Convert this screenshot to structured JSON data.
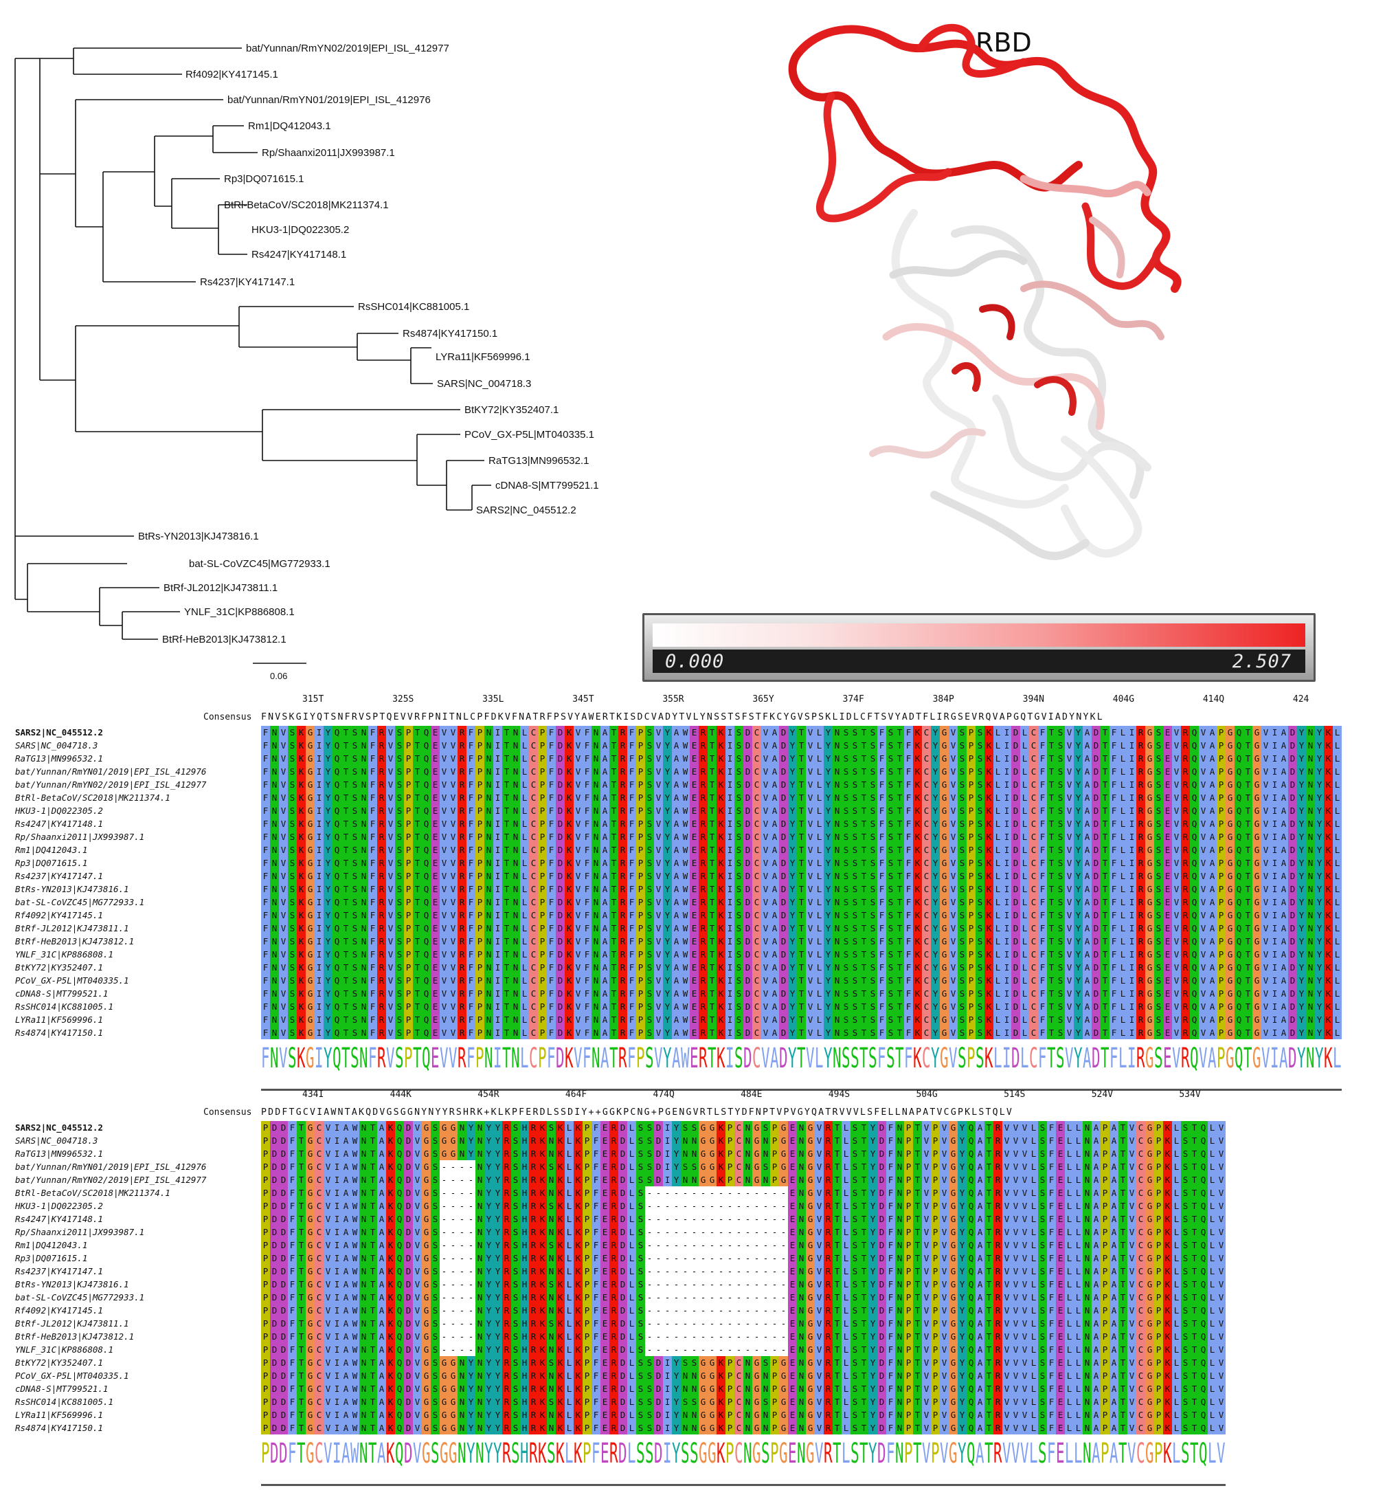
{
  "tree": {
    "leaves": [
      "bat/Yunnan/RmYN02/2019|EPI_ISL_412977",
      "Rf4092|KY417145.1",
      "bat/Yunnan/RmYN01/2019|EPI_ISL_412976",
      "Rm1|DQ412043.1",
      "Rp/Shaanxi2011|JX993987.1",
      "Rp3|DQ071615.1",
      "BtRl-BetaCoV/SC2018|MK211374.1",
      "HKU3-1|DQ022305.2",
      "Rs4247|KY417148.1",
      "Rs4237|KY417147.1",
      "RsSHC014|KC881005.1",
      "Rs4874|KY417150.1",
      "LYRa11|KF569996.1",
      "SARS|NC_004718.3",
      "BtKY72|KY352407.1",
      "PCoV_GX-P5L|MT040335.1",
      "RaTG13|MN996532.1",
      "cDNA8-S|MT799521.1",
      "SARS2|NC_045512.2",
      "BtRs-YN2013|KJ473816.1",
      "bat-SL-CoVZC45|MG772933.1",
      "BtRf-JL2012|KJ473811.1",
      "YNLF_31C|KP886808.1",
      "BtRf-HeB2013|KJ473812.1"
    ],
    "scale_label": "0.06"
  },
  "structure": {
    "title": "RBD"
  },
  "color_scale": {
    "min_label": "0.000",
    "max_label": "2.507",
    "colors": [
      "#ffffff",
      "#ee2323"
    ]
  },
  "alignment": {
    "consensus_label": "Consensus",
    "sequence_names": [
      "SARS2|NC_045512.2",
      "SARS|NC_004718.3",
      "RaTG13|MN996532.1",
      "bat/Yunnan/RmYN01/2019|EPI_ISL_412976",
      "bat/Yunnan/RmYN02/2019|EPI_ISL_412977",
      "BtRl-BetaCoV/SC2018|MK211374.1",
      "HKU3-1|DQ022305.2",
      "Rs4247|KY417148.1",
      "Rp/Shaanxi2011|JX993987.1",
      "Rm1|DQ412043.1",
      "Rp3|DQ071615.1",
      "Rs4237|KY417147.1",
      "BtRs-YN2013|KJ473816.1",
      "bat-SL-CoVZC45|MG772933.1",
      "Rf4092|KY417145.1",
      "BtRf-JL2012|KJ473811.1",
      "BtRf-HeB2013|KJ473812.1",
      "YNLF_31C|KP886808.1",
      "BtKY72|KY352407.1",
      "PCoV_GX-P5L|MT040335.1",
      "cDNA8-S|MT799521.1",
      "RsSHC014|KC881005.1",
      "LYRa11|KF569996.1",
      "Rs4874|KY417150.1"
    ],
    "block1": {
      "positions": [
        "315T",
        "325S",
        "335L",
        "345T",
        "355R",
        "365Y",
        "374F",
        "384P",
        "394N",
        "404G",
        "414Q",
        "424"
      ],
      "consensus": "FNVSKGIYQTSNFRVSPTQEVVRFPNITNLCPFDKVFNATRFPSVYAWERTKISDCVADYTVLYNSSTSFSTFKCYGVSPSKLIDLCFTSVYADTFLIRGSEVRQVAPGQTGVIADYNYKL"
    },
    "block2": {
      "positions": [
        "434I",
        "444K",
        "454R",
        "464F",
        "474Q",
        "484E",
        "494S",
        "504G",
        "514S",
        "524V",
        "534V"
      ],
      "consensus": "PDDFTGCVIAWNTAKQDVGSGGNYNYYRSHRK+KLKPFERDLSSDIY++GGKPCNG+PGENGVRTLSTYDFNPTVPVGYQATRVVVLSFELLNAPATVCGPKLSTQLV"
    }
  }
}
